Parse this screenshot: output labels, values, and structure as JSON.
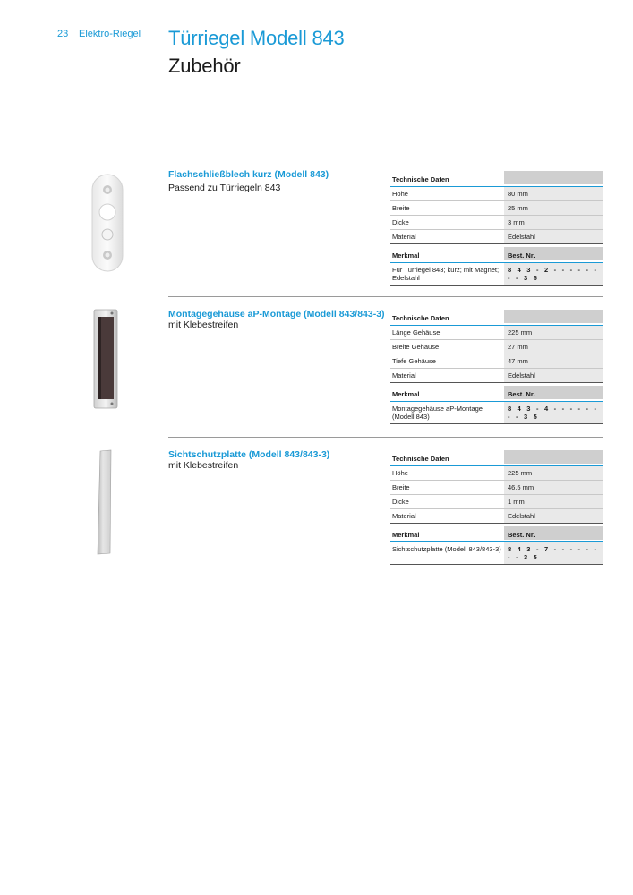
{
  "header": {
    "page_number": "23",
    "section": "Elektro-Riegel",
    "title": "Türriegel Modell 843",
    "subtitle": "Zubehör"
  },
  "products": [
    {
      "name": "Flachschließblech kurz (Modell 843)",
      "description": "Passend zu Türriegeln 843",
      "tech_header": "Technische Daten",
      "tech_rows": [
        {
          "label": "Höhe",
          "value": "80 mm"
        },
        {
          "label": "Breite",
          "value": "25 mm"
        },
        {
          "label": "Dicke",
          "value": "3 mm"
        },
        {
          "label": "Material",
          "value": "Edelstahl"
        }
      ],
      "order_header": {
        "label": "Merkmal",
        "value": "Best. Nr."
      },
      "order_rows": [
        {
          "label": "Für Türriegel 843; kurz; mit Magnet; Edelstahl",
          "value": "8 4 3 - 2 - - - - - - - - 3 5"
        }
      ]
    },
    {
      "name": "Montagegehäuse aP-Montage (Modell 843/843-3)",
      "description": "mit Klebestreifen",
      "tech_header": "Technische Daten",
      "tech_rows": [
        {
          "label": "Länge Gehäuse",
          "value": "225 mm"
        },
        {
          "label": "Breite Gehäuse",
          "value": "27 mm"
        },
        {
          "label": "Tiefe Gehäuse",
          "value": "47 mm"
        },
        {
          "label": "Material",
          "value": "Edelstahl"
        }
      ],
      "order_header": {
        "label": "Merkmal",
        "value": "Best. Nr."
      },
      "order_rows": [
        {
          "label": "Montagegehäuse aP-Montage (Modell 843)",
          "value": "8 4 3 - 4 - - - - - - - - 3 5"
        }
      ]
    },
    {
      "name": "Sichtschutzplatte (Modell 843/843-3)",
      "description": "mit Klebestreifen",
      "tech_header": "Technische Daten",
      "tech_rows": [
        {
          "label": "Höhe",
          "value": "225 mm"
        },
        {
          "label": "Breite",
          "value": "46,5 mm"
        },
        {
          "label": "Dicke",
          "value": "1 mm"
        },
        {
          "label": "Material",
          "value": "Edelstahl"
        }
      ],
      "order_header": {
        "label": "Merkmal",
        "value": "Best. Nr."
      },
      "order_rows": [
        {
          "label": "Sichtschutzplatte (Modell 843/843-3)",
          "value": "8 4 3 - 7 - - - - - - - - 3 5"
        }
      ]
    }
  ]
}
